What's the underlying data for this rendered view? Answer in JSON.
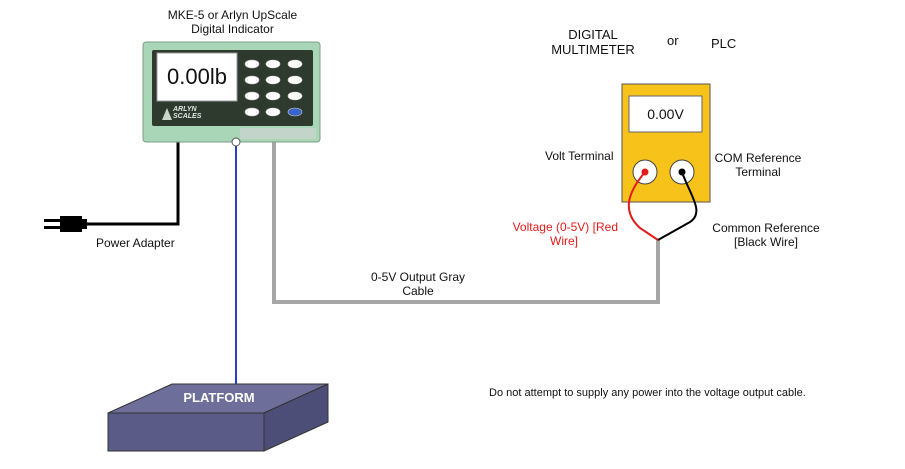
{
  "indicator": {
    "title_line1": "MKE-5 or Arlyn UpScale",
    "title_line2": "Digital Indicator",
    "display": "0.00lb",
    "brand_line1": "ARLYN",
    "brand_line2": "SCALES"
  },
  "multimeter": {
    "title_line1": "DIGITAL",
    "title_line2": "MULTIMETER",
    "or": "or",
    "plc": "PLC",
    "display": "0.00V",
    "volt_terminal": "Volt Terminal",
    "com_terminal_line1": "COM Reference",
    "com_terminal_line2": "Terminal"
  },
  "wires": {
    "voltage_line1": "Voltage (0-5V) [Red",
    "voltage_line2": "Wire]",
    "common_line1": "Common Reference",
    "common_line2": "[Black Wire]",
    "output_cable_line1": "0-5V Output Gray",
    "output_cable_line2": "Cable",
    "power_adapter": "Power Adapter"
  },
  "platform": {
    "label": "PLATFORM"
  },
  "warning": "Do not attempt to supply any power into the voltage output cable.",
  "colors": {
    "indicator_case": "#a9d6b6",
    "indicator_panel": "#2f3a2f",
    "multimeter_body": "#f7c21a",
    "platform_top": "#6d6e99",
    "platform_front": "#5a5b86",
    "red_wire": "#e41a1a",
    "gray_cable": "#a6a6a6",
    "blue_cable": "#2a3bd0"
  }
}
